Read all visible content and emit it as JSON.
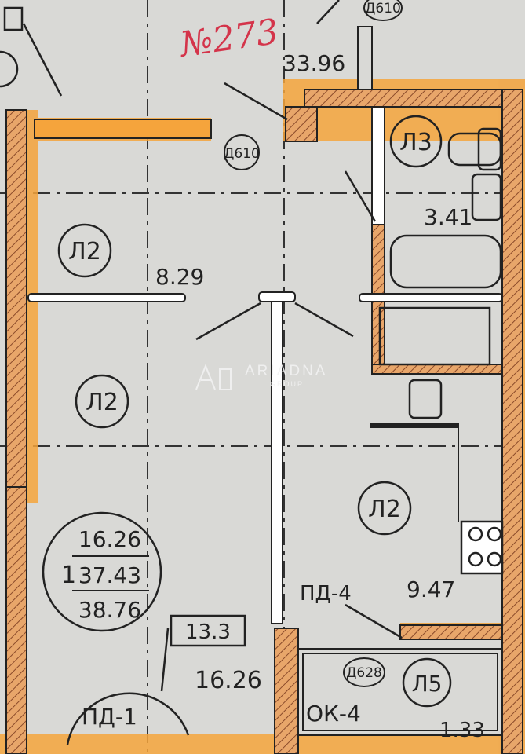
{
  "handwritten_number": "№273",
  "total_dim": "33.96",
  "rooms": {
    "bath_code": "Л3",
    "bath_area": "3.41",
    "corridor_code": "Л2",
    "corridor_area": "8.29",
    "living_code": "Л2",
    "kitchen_code": "Л2",
    "kitchen_area": "9.47",
    "balcony_code": "Л5",
    "balcony_area": "1.33",
    "room_area": "16.26",
    "room_tag": "13.3"
  },
  "wall_marks": {
    "top_right": "Д610",
    "entry": "Д610",
    "balcony": "Д628"
  },
  "summary": {
    "rooms_count": "1",
    "living_area": "16.26",
    "total_area": "37.43",
    "total_with_balcony": "38.76"
  },
  "openings": {
    "door_kitchen": "ПД-4",
    "door_room": "ПД-1",
    "window_balcony": "ОК-4"
  },
  "watermark": {
    "brand": "ARIADNA",
    "sub": "GROUP"
  },
  "colors": {
    "paper": "#d9d9d6",
    "wall_orange": "#f5a43c",
    "wall_hatch": "#b5622e",
    "ink": "#222222",
    "handwriting": "#d4344a"
  }
}
